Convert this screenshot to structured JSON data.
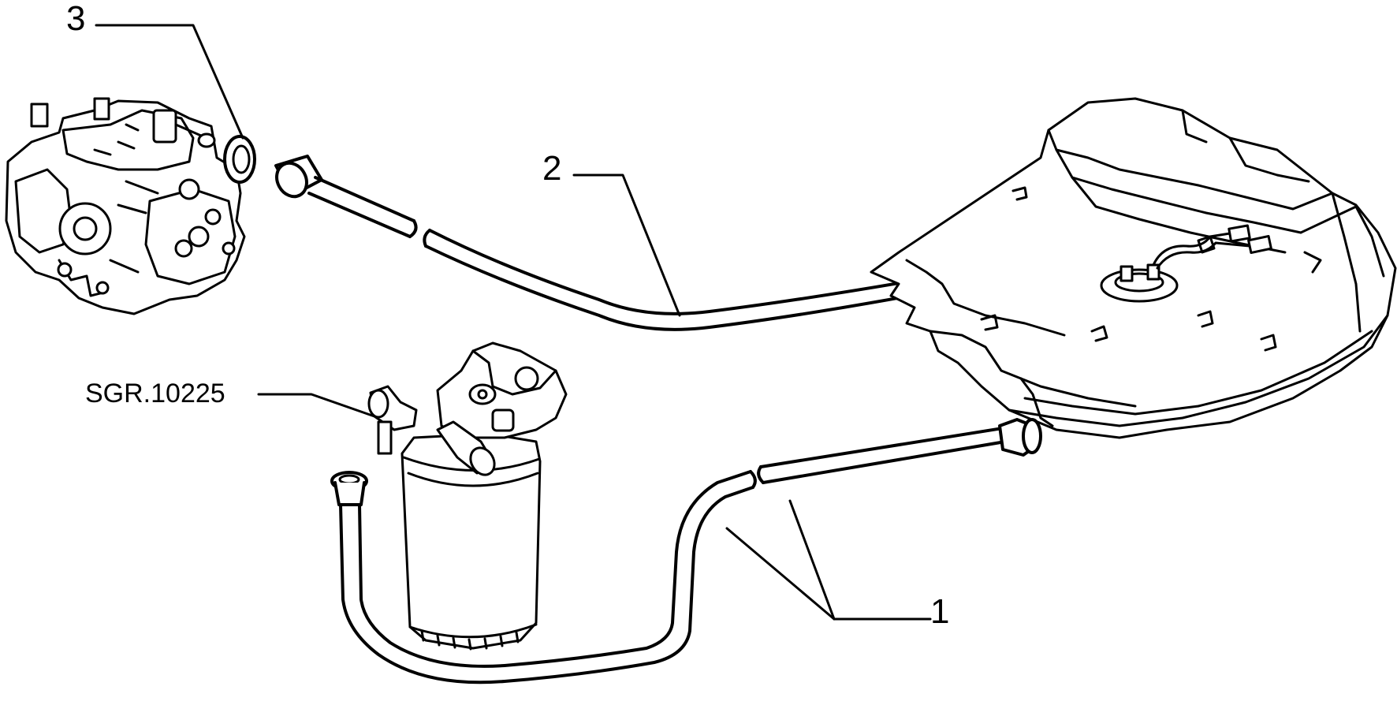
{
  "callouts": {
    "part_3": "3",
    "part_2": "2",
    "part_1": "1",
    "part_ref": "SGR.10225"
  },
  "colors": {
    "ink": "#000000",
    "paper": "#ffffff"
  }
}
